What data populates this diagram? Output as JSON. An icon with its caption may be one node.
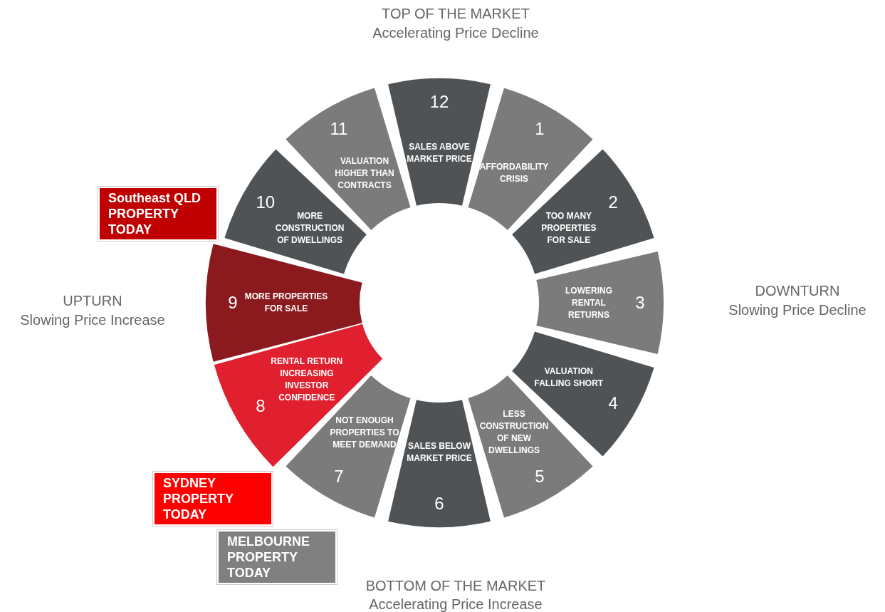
{
  "diagram": {
    "nodes": [
      {
        "text": [
          "1",
          "AFFORDABILITY CRISIS"
        ]
      },
      {
        "text": [
          "2",
          "TOO MANY PROPERTIES FOR SALE"
        ]
      },
      {
        "text": [
          "LOWERING RENTAL RETURNS",
          "3"
        ]
      },
      {
        "text": [
          "VALUATION FALLING SHORT",
          "4"
        ]
      },
      {
        "text": [
          "LESS CONSTRUCTION OF NEW DWELLINGS",
          "5"
        ]
      },
      {
        "text": [
          "SALES BELOW MARKET PRICE",
          "6"
        ]
      },
      {
        "text": [
          "NOT ENOUGH PROPERTIES TO MEET DEMAND",
          "7"
        ]
      },
      {
        "text": [
          "RENTAL RETURN INCREASING INVESTOR CONFIDENCE",
          "8"
        ]
      },
      {
        "text": [
          "9",
          "MORE PROPERTIES FOR SALE"
        ]
      },
      {
        "text": [
          "10",
          "MORE CONSTRUCTION OF DWELLINGS"
        ]
      },
      {
        "text": [
          "11",
          "VALUATION HIGHER THAN CONTRACTS"
        ]
      },
      {
        "text": [
          "12",
          "SALES ABOVE MARKET PRICE"
        ]
      },
      {
        "text": [
          "Southeast QLD PROPERTY TODAY"
        ]
      },
      {
        "text": [
          "SYDNEY PROPERTY TODAY"
        ]
      },
      {
        "text": [
          "MELBOURNE PROPERTY TODAY"
        ]
      }
    ],
    "labels": [
      "TOP OF THE MARKET",
      "Accelerating Price Decline",
      "UPTURN",
      "Slowing Price Increase",
      "DOWNTURN",
      "Slowing Price Decline",
      "BOTTOM OF THE MARKET",
      "Accelerating Price Increase"
    ]
  }
}
